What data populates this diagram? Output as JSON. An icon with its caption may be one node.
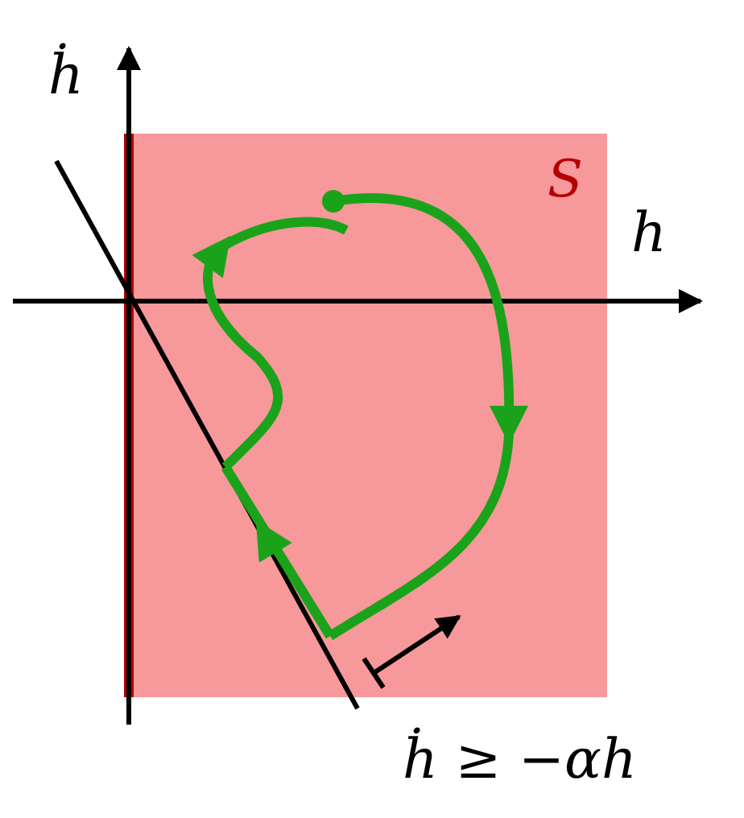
{
  "diagram": {
    "labels": [
      "ḣ",
      "h",
      "S",
      "ḣ ≥ −αh"
    ]
  }
}
